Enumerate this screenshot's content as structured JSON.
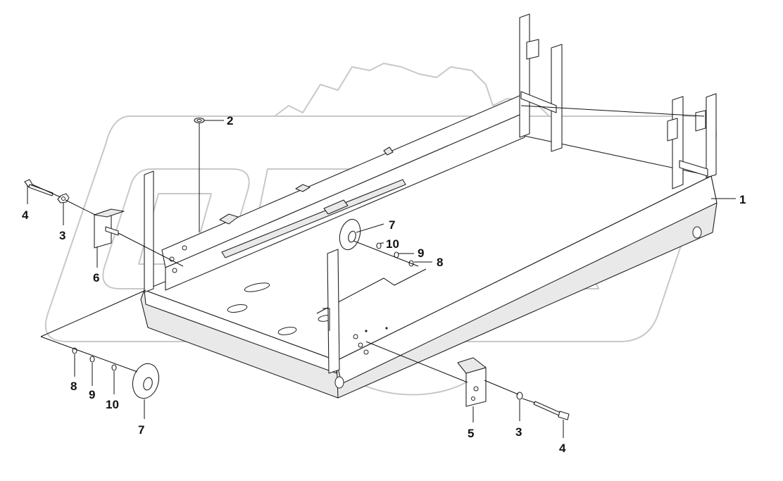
{
  "watermark": {
    "text": "OREX",
    "color": "#c8c8c8"
  },
  "corner_mark": "",
  "callouts": [
    {
      "id": "c1",
      "label": "1"
    },
    {
      "id": "c2",
      "label": "2"
    },
    {
      "id": "c3a",
      "label": "3"
    },
    {
      "id": "c4a",
      "label": "4"
    },
    {
      "id": "c6",
      "label": "6"
    },
    {
      "id": "c7a",
      "label": "7"
    },
    {
      "id": "c10a",
      "label": "10"
    },
    {
      "id": "c9a",
      "label": "9"
    },
    {
      "id": "c8a",
      "label": "8"
    },
    {
      "id": "c8b",
      "label": "8"
    },
    {
      "id": "c9b",
      "label": "9"
    },
    {
      "id": "c10b",
      "label": "10"
    },
    {
      "id": "c7b",
      "label": "7"
    },
    {
      "id": "c5",
      "label": "5"
    },
    {
      "id": "c3b",
      "label": "3"
    },
    {
      "id": "c4b",
      "label": "4"
    }
  ]
}
